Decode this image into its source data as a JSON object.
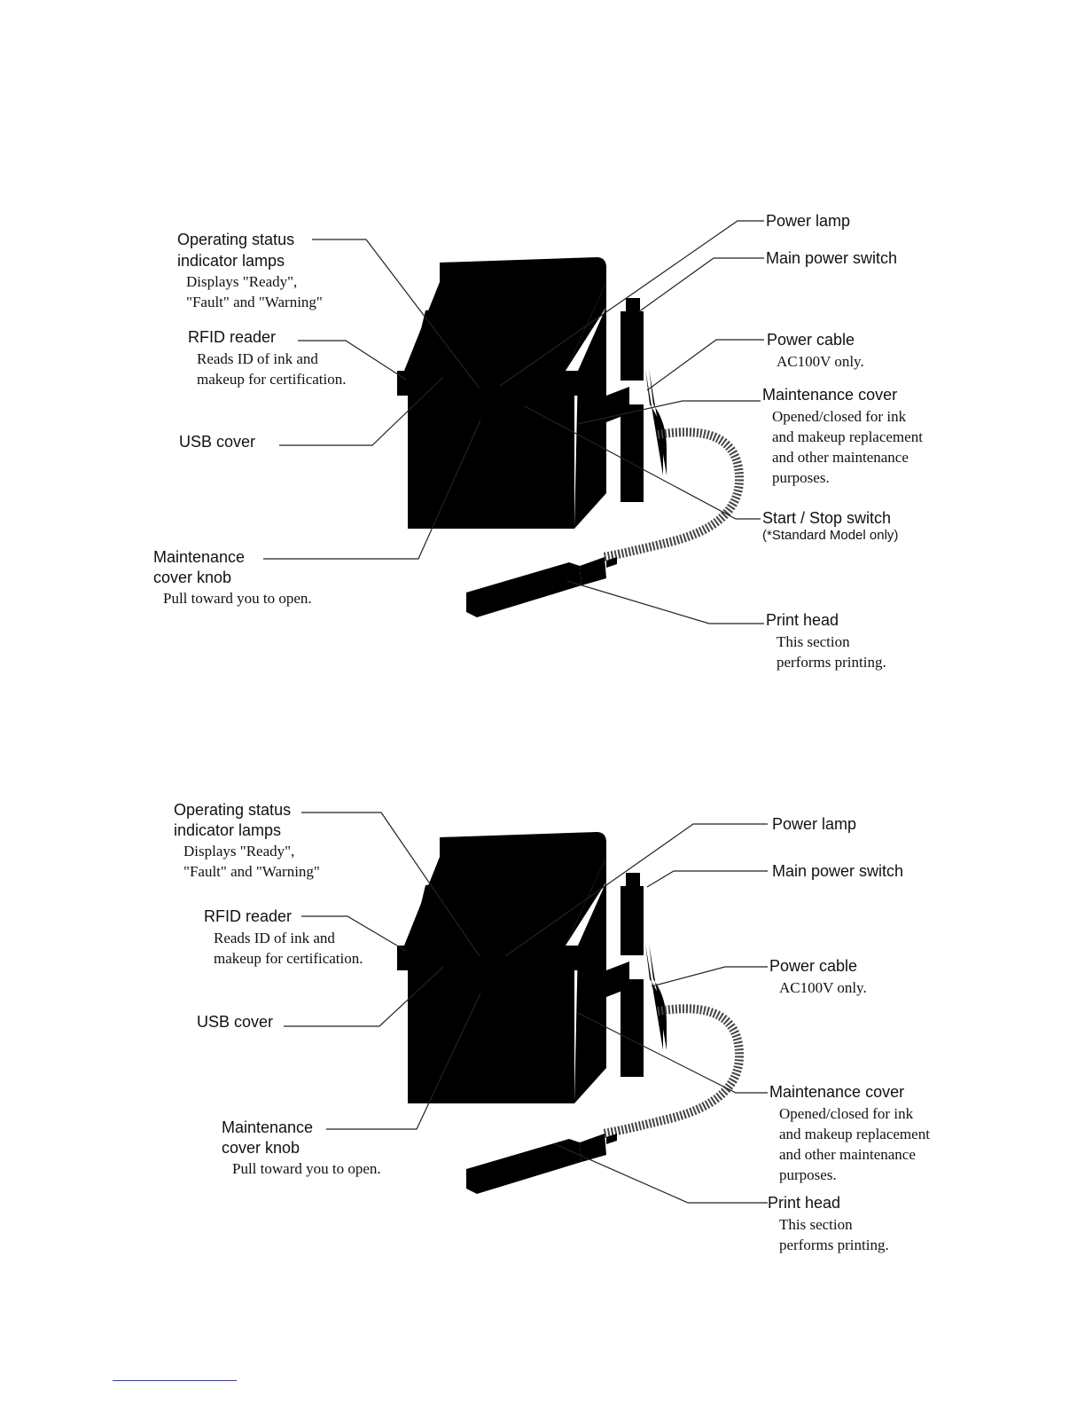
{
  "figure_standard": {
    "operating_status": {
      "title": [
        "Operating status",
        "indicator lamps"
      ],
      "desc": [
        "Displays \"Ready\",",
        "\"Fault\" and  \"Warning\""
      ]
    },
    "rfid_reader": {
      "title": "RFID reader",
      "desc": [
        "Reads ID of ink and",
        "makeup for certification."
      ]
    },
    "usb_cover": {
      "title": "USB cover"
    },
    "maintenance_knob": {
      "title": [
        "Maintenance",
        "cover knob"
      ],
      "desc": "Pull toward you to open."
    },
    "power_lamp": {
      "title": "Power lamp"
    },
    "main_power_switch": {
      "title": "Main power switch"
    },
    "power_cable": {
      "title": "Power cable",
      "desc": "AC100V only."
    },
    "maintenance_cover": {
      "title": "Maintenance cover",
      "desc": [
        "Opened/closed for ink",
        "and makeup replacement",
        "and other maintenance",
        "purposes."
      ]
    },
    "start_stop": {
      "title": "Start / Stop switch",
      "note": "(*Standard Model only)"
    },
    "print_head": {
      "title": "Print head",
      "desc": [
        "This section",
        "performs printing."
      ]
    }
  },
  "figure_second": {
    "operating_status": {
      "title": [
        "Operating status",
        "indicator lamps"
      ],
      "desc": [
        "Displays \"Ready\",",
        "\"Fault\" and  \"Warning\""
      ]
    },
    "rfid_reader": {
      "title": "RFID reader",
      "desc": [
        "Reads ID of ink and",
        "makeup for certification."
      ]
    },
    "usb_cover": {
      "title": "USB cover"
    },
    "maintenance_knob": {
      "title": [
        "Maintenance",
        "cover knob"
      ],
      "desc": "Pull toward you to open."
    },
    "power_lamp": {
      "title": "Power lamp"
    },
    "main_power_switch": {
      "title": "Main power switch"
    },
    "power_cable": {
      "title": "Power cable",
      "desc": "AC100V only."
    },
    "maintenance_cover": {
      "title": "Maintenance cover",
      "desc": [
        "Opened/closed for ink",
        "and makeup replacement",
        "and other maintenance",
        "purposes."
      ]
    },
    "print_head": {
      "title": "Print head",
      "desc": [
        "This section",
        "performs printing."
      ]
    }
  },
  "colors": {
    "line": "#222222",
    "footer_rule": "#2b3bd6"
  }
}
